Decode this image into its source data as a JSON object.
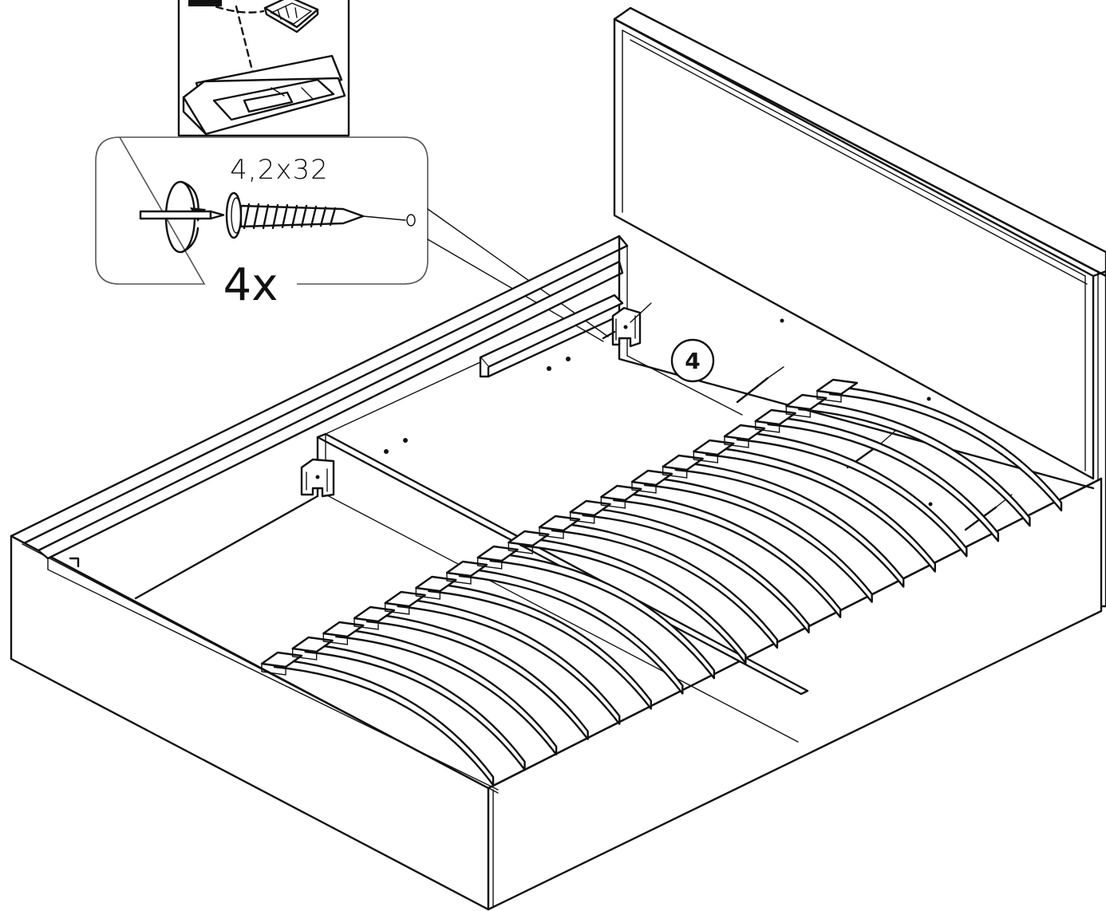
{
  "callout": {
    "screw_size": "4,2x32",
    "quantity": "4x"
  },
  "step": {
    "number": "4"
  },
  "colors": {
    "line": "#111111",
    "background": "#ffffff",
    "callout_border": "#555555"
  },
  "icons": [
    "booklet-icon",
    "packaging-box-icon",
    "screwdriver-rotate-icon",
    "screw-icon",
    "bracket-icon"
  ],
  "slat_count": 19
}
